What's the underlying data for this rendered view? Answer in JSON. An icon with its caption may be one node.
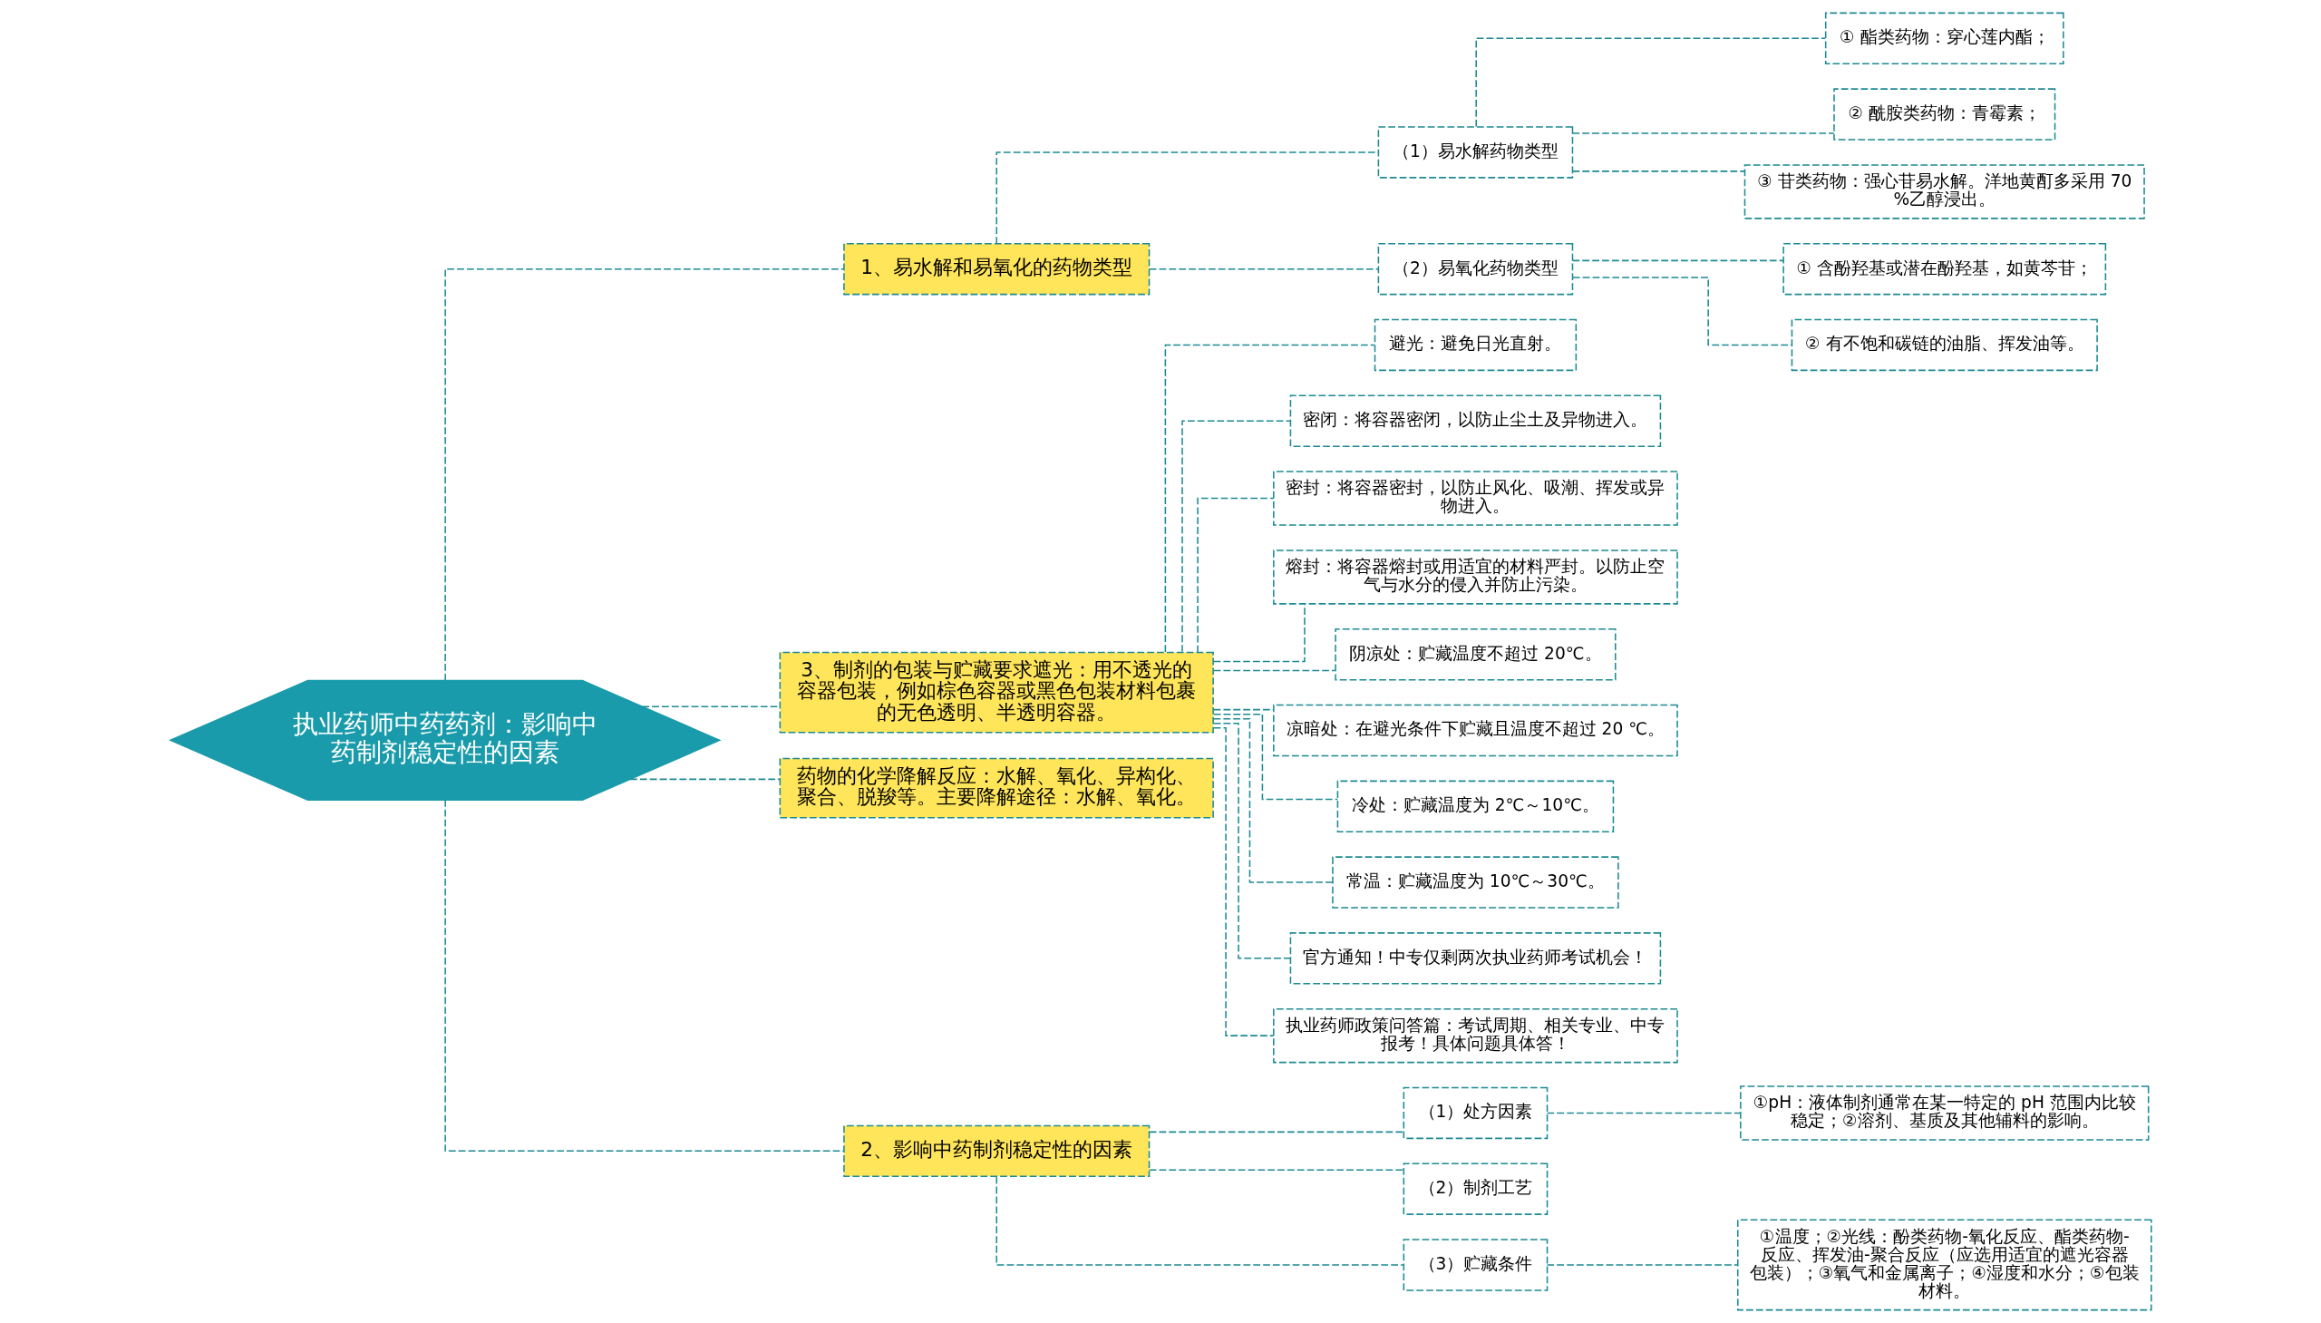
{
  "diagram": {
    "nodes": [
      {
        "text": [
          "执业药师中药药剂：影响中药制剂稳定性的因素"
        ]
      },
      {
        "text": [
          "1、易水解和易氧化的药物类型"
        ]
      },
      {
        "text": [
          "（1）易水解药物类型"
        ]
      },
      {
        "text": [
          "① 酯类药物：穿心莲内酯；"
        ]
      },
      {
        "text": [
          "② 酰胺类药物：青霉素；"
        ]
      },
      {
        "text": [
          "③ 苷类药物：强心苷易水解。洋地黄酊多采用 70%乙醇浸出。"
        ]
      },
      {
        "text": [
          "（2）易氧化药物类型"
        ]
      },
      {
        "text": [
          "① 含酚羟基或潜在酚羟基，如黄芩苷；"
        ]
      },
      {
        "text": [
          "② 有不饱和碳链的油脂、挥发油等。"
        ]
      },
      {
        "text": [
          "3、制剂的包装与贮藏要求遮光：用不透光的容器包装，例如棕色容器或黑色包装材料包裹的无色透明、半透明容器。"
        ]
      },
      {
        "text": [
          "避光：避免日光直射。"
        ]
      },
      {
        "text": [
          "密闭：将容器密闭，以防止尘土及异物进入。"
        ]
      },
      {
        "text": [
          "密封：将容器密封，以防止风化、吸潮、挥发或异物进入。"
        ]
      },
      {
        "text": [
          "熔封：将容器熔封或用适宜的材料严封。以防止空气与水分的侵入并防止污染。"
        ]
      },
      {
        "text": [
          "阴凉处：贮藏温度不超过 20℃。"
        ]
      },
      {
        "text": [
          "凉暗处：在避光条件下贮藏且温度不超过 20 ℃。"
        ]
      },
      {
        "text": [
          "冷处：贮藏温度为 2℃～10℃。"
        ]
      },
      {
        "text": [
          "常温：贮藏温度为 10℃～30℃。"
        ]
      },
      {
        "text": [
          "官方通知！中专仅剩两次执业药师考试机会！"
        ]
      },
      {
        "text": [
          "执业药师政策问答篇：考试周期、相关专业、中专报考！具体问题具体答！"
        ]
      },
      {
        "text": [
          "药物的化学降解反应：水解、氧化、异构化、聚合、脱羧等。主要降解途径：水解、氧化。"
        ]
      },
      {
        "text": [
          "2、影响中药制剂稳定性的因素"
        ]
      },
      {
        "text": [
          "（1）处方因素"
        ]
      },
      {
        "text": [
          "①pH：液体制剂通常在某一特定的 pH 范围内比较稳定；②溶剂、基质及其他辅料的影响。"
        ]
      },
      {
        "text": [
          "（2）制剂工艺"
        ]
      },
      {
        "text": [
          "（3）贮藏条件"
        ]
      },
      {
        "text": [
          "①温度；②光线：酚类药物-氧化反应、酯类药物-反应、挥发油-聚合反应（应选用适宜的遮光容器包装）；③氧气和金属离子；④湿度和水分；⑤包装材料。"
        ]
      }
    ],
    "edges": [
      {
        "from": 0,
        "to": 1,
        "arrow": "none"
      },
      {
        "from": 1,
        "to": 2,
        "arrow": "none"
      },
      {
        "from": 2,
        "to": 3,
        "arrow": "none"
      },
      {
        "from": 2,
        "to": 4,
        "arrow": "none"
      },
      {
        "from": 2,
        "to": 5,
        "arrow": "none"
      },
      {
        "from": 1,
        "to": 6,
        "arrow": "none"
      },
      {
        "from": 6,
        "to": 7,
        "arrow": "none"
      },
      {
        "from": 6,
        "to": 8,
        "arrow": "none"
      },
      {
        "from": 0,
        "to": 9,
        "arrow": "none"
      },
      {
        "from": 9,
        "to": 10,
        "arrow": "none"
      },
      {
        "from": 9,
        "to": 11,
        "arrow": "none"
      },
      {
        "from": 9,
        "to": 12,
        "arrow": "none"
      },
      {
        "from": 9,
        "to": 13,
        "arrow": "none"
      },
      {
        "from": 9,
        "to": 14,
        "arrow": "none"
      },
      {
        "from": 9,
        "to": 15,
        "arrow": "none"
      },
      {
        "from": 9,
        "to": 16,
        "arrow": "none"
      },
      {
        "from": 9,
        "to": 17,
        "arrow": "none"
      },
      {
        "from": 9,
        "to": 18,
        "arrow": "none"
      },
      {
        "from": 9,
        "to": 19,
        "arrow": "none"
      },
      {
        "from": 0,
        "to": 20,
        "arrow": "none"
      },
      {
        "from": 0,
        "to": 21,
        "arrow": "none"
      },
      {
        "from": 21,
        "to": 22,
        "arrow": "none"
      },
      {
        "from": 22,
        "to": 23,
        "arrow": "none"
      },
      {
        "from": 21,
        "to": 24,
        "arrow": "none"
      },
      {
        "from": 21,
        "to": 25,
        "arrow": "none"
      },
      {
        "from": 25,
        "to": 26,
        "arrow": "none"
      }
    ]
  }
}
